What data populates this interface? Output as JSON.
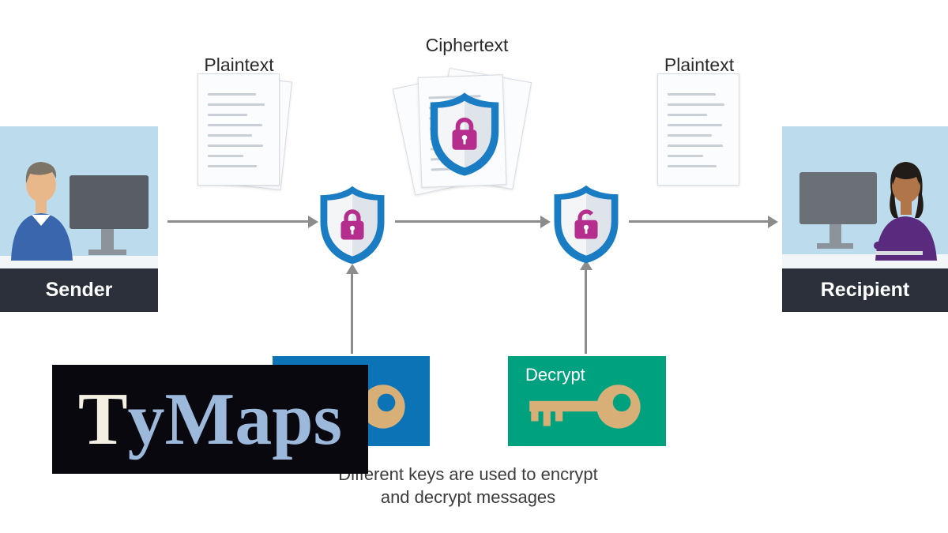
{
  "panels": {
    "sender": {
      "label": "Sender",
      "illustration": "man-at-computer"
    },
    "recipient": {
      "label": "Recipient",
      "illustration": "woman-at-computer"
    }
  },
  "flow": {
    "plaintext_left_label": "Plaintext",
    "ciphertext_label": "Ciphertext",
    "plaintext_right_label": "Plaintext"
  },
  "keys": {
    "encrypt": {
      "color": "#0d73b7",
      "icon": "key-icon"
    },
    "decrypt": {
      "label": "Decrypt",
      "color": "#00a17e",
      "icon": "key-icon"
    }
  },
  "caption": {
    "line1": "Different keys are used to encrypt",
    "line2": "and decrypt messages"
  },
  "watermark": {
    "first": "T",
    "rest": "yMaps"
  },
  "colors": {
    "panel_bg": "#bcdcee",
    "panel_bar": "#2b303a",
    "shield_blue": "#1a7cc2",
    "lock_magenta": "#b52e8d",
    "key_tan": "#d9af78",
    "arrow_gray": "#8c8c8c",
    "encrypt_box": "#0d73b7",
    "decrypt_box": "#00a17e"
  },
  "icons": {
    "shield_closed": "shield-lock-icon",
    "shield_open": "shield-unlock-icon",
    "document": "document-icon",
    "key": "key-icon"
  }
}
